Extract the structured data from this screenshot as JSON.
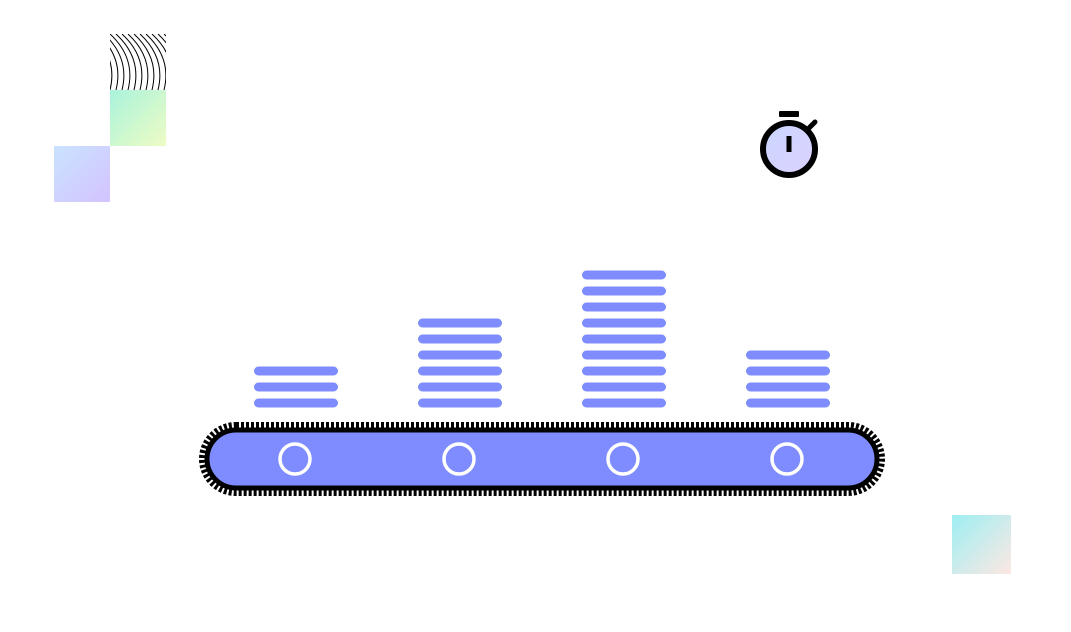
{
  "colors": {
    "accent": "#7f8cff",
    "outline": "#000000",
    "roller_fill": "#7f8cff",
    "roller_stroke": "#ffffff",
    "background": "#ffffff"
  },
  "icons": {
    "timer": "stopwatch-icon",
    "pattern": "wavy-lines-pattern"
  },
  "conveyor": {
    "roller_count": 4,
    "stacks": [
      {
        "plates": 3
      },
      {
        "plates": 6
      },
      {
        "plates": 9
      },
      {
        "plates": 4
      }
    ]
  }
}
